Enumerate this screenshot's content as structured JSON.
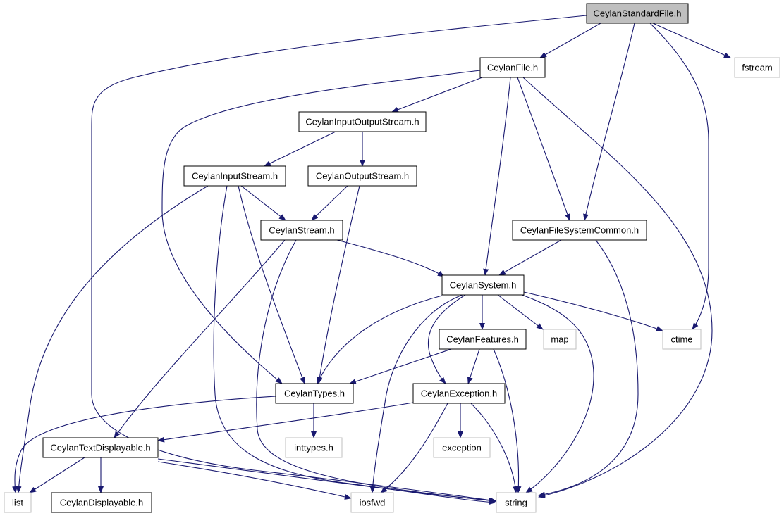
{
  "graph": {
    "title": "CeylanStandardFile.h",
    "nodes": {
      "standardfile": {
        "label": "CeylanStandardFile.h",
        "kind": "root"
      },
      "file": {
        "label": "CeylanFile.h",
        "kind": "header"
      },
      "fstream": {
        "label": "fstream",
        "kind": "external"
      },
      "inoutstream": {
        "label": "CeylanInputOutputStream.h",
        "kind": "header"
      },
      "instream": {
        "label": "CeylanInputStream.h",
        "kind": "header"
      },
      "outstream": {
        "label": "CeylanOutputStream.h",
        "kind": "header"
      },
      "stream": {
        "label": "CeylanStream.h",
        "kind": "header"
      },
      "fscommon": {
        "label": "CeylanFileSystemCommon.h",
        "kind": "header"
      },
      "system": {
        "label": "CeylanSystem.h",
        "kind": "header"
      },
      "features": {
        "label": "CeylanFeatures.h",
        "kind": "header"
      },
      "map": {
        "label": "map",
        "kind": "external"
      },
      "ctime": {
        "label": "ctime",
        "kind": "external"
      },
      "types": {
        "label": "CeylanTypes.h",
        "kind": "header"
      },
      "exception": {
        "label": "CeylanException.h",
        "kind": "header"
      },
      "textdisplayable": {
        "label": "CeylanTextDisplayable.h",
        "kind": "header"
      },
      "inttypes": {
        "label": "inttypes.h",
        "kind": "external"
      },
      "stdexception": {
        "label": "exception",
        "kind": "external"
      },
      "list": {
        "label": "list",
        "kind": "external"
      },
      "displayable": {
        "label": "CeylanDisplayable.h",
        "kind": "header"
      },
      "iosfwd": {
        "label": "iosfwd",
        "kind": "external"
      },
      "string": {
        "label": "string",
        "kind": "external"
      }
    },
    "edges": [
      [
        "standardfile",
        "file"
      ],
      [
        "standardfile",
        "fstream"
      ],
      [
        "standardfile",
        "fscommon"
      ],
      [
        "standardfile",
        "ctime"
      ],
      [
        "standardfile",
        "string"
      ],
      [
        "file",
        "inoutstream"
      ],
      [
        "file",
        "types"
      ],
      [
        "file",
        "system"
      ],
      [
        "file",
        "fscommon"
      ],
      [
        "file",
        "string"
      ],
      [
        "inoutstream",
        "instream"
      ],
      [
        "inoutstream",
        "outstream"
      ],
      [
        "instream",
        "stream"
      ],
      [
        "instream",
        "types"
      ],
      [
        "instream",
        "list"
      ],
      [
        "instream",
        "string"
      ],
      [
        "outstream",
        "stream"
      ],
      [
        "outstream",
        "types"
      ],
      [
        "stream",
        "system"
      ],
      [
        "stream",
        "textdisplayable"
      ],
      [
        "stream",
        "string"
      ],
      [
        "fscommon",
        "system"
      ],
      [
        "fscommon",
        "string"
      ],
      [
        "system",
        "features"
      ],
      [
        "system",
        "map"
      ],
      [
        "system",
        "ctime"
      ],
      [
        "system",
        "types"
      ],
      [
        "system",
        "exception"
      ],
      [
        "system",
        "iosfwd"
      ],
      [
        "system",
        "string"
      ],
      [
        "features",
        "types"
      ],
      [
        "features",
        "exception"
      ],
      [
        "features",
        "string"
      ],
      [
        "types",
        "inttypes"
      ],
      [
        "types",
        "list"
      ],
      [
        "exception",
        "textdisplayable"
      ],
      [
        "exception",
        "stdexception"
      ],
      [
        "exception",
        "iosfwd"
      ],
      [
        "exception",
        "string"
      ],
      [
        "textdisplayable",
        "displayable"
      ],
      [
        "textdisplayable",
        "list"
      ],
      [
        "textdisplayable",
        "iosfwd"
      ],
      [
        "textdisplayable",
        "string"
      ]
    ]
  }
}
